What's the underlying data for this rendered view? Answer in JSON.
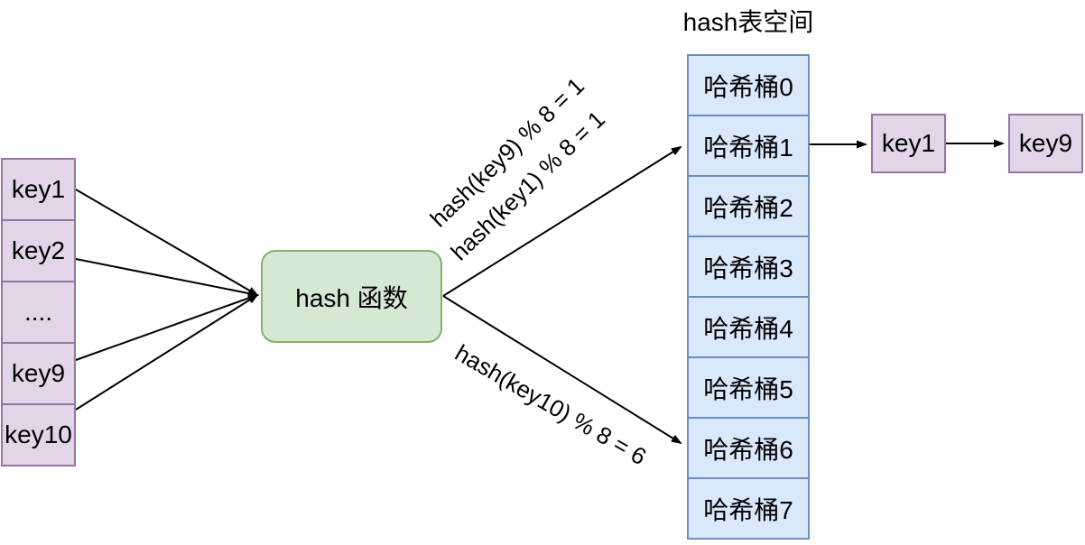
{
  "diagram": {
    "input_keys": [
      "key1",
      "key2",
      "....",
      "key9",
      "key10"
    ],
    "hash_function_label": "hash 函数",
    "table_title": "hash表空间",
    "buckets": [
      "哈希桶0",
      "哈希桶1",
      "哈希桶2",
      "哈希桶3",
      "哈希桶4",
      "哈希桶5",
      "哈希桶6",
      "哈希桶7"
    ],
    "chain_nodes": [
      "key1",
      "key9"
    ],
    "edge_labels": {
      "key9_mod": "hash(key9) % 8 = 1",
      "key1_mod": "hash(key1) % 8 = 1",
      "key10_mod": "hash(key10) % 8 = 6"
    },
    "colors": {
      "key_fill": "#E1D5E7",
      "key_border": "#9673A6",
      "function_fill": "#D5E8D4",
      "function_border": "#82B366",
      "bucket_fill": "#DAE8FC",
      "bucket_border": "#6C8EBF",
      "arrow": "#000000",
      "background": "#FFFFFF"
    }
  }
}
